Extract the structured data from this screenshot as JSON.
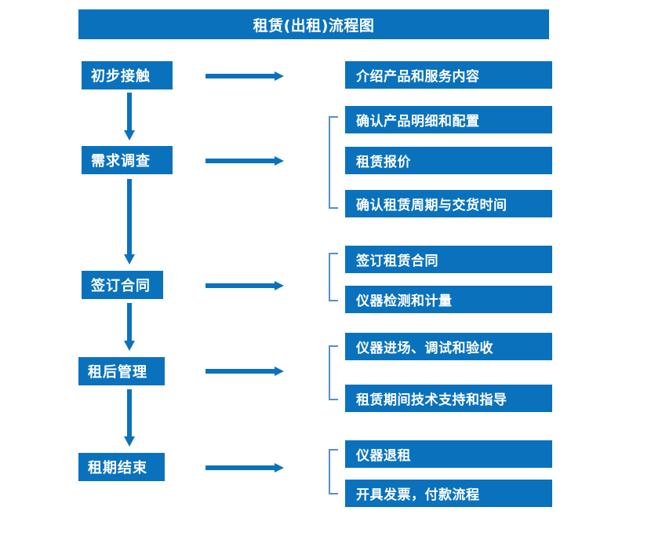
{
  "diagram": {
    "title": "租赁(出租)流程图",
    "colors": {
      "primary": "#0a72bd",
      "bracket": "#5b8dc8",
      "text": "#ffffff",
      "background": "#ffffff"
    },
    "stages": [
      {
        "id": "stage-1",
        "label": "初步接触"
      },
      {
        "id": "stage-2",
        "label": "需求调查"
      },
      {
        "id": "stage-3",
        "label": "签订合同"
      },
      {
        "id": "stage-4",
        "label": "租后管理"
      },
      {
        "id": "stage-5",
        "label": "租期结束"
      }
    ],
    "tasks": [
      {
        "id": "task-1-1",
        "label": "介绍产品和服务内容"
      },
      {
        "id": "task-2-1",
        "label": "确认产品明细和配置"
      },
      {
        "id": "task-2-2",
        "label": "租赁报价"
      },
      {
        "id": "task-2-3",
        "label": "确认租赁周期与交货时间"
      },
      {
        "id": "task-3-1",
        "label": "签订租赁合同"
      },
      {
        "id": "task-3-2",
        "label": "仪器检测和计量"
      },
      {
        "id": "task-4-1",
        "label": "仪器进场、调试和验收"
      },
      {
        "id": "task-4-2",
        "label": "租赁期间技术支持和指导"
      },
      {
        "id": "task-5-1",
        "label": "仪器退租"
      },
      {
        "id": "task-5-2",
        "label": "开具发票，付款流程"
      }
    ],
    "connectors": {
      "horizontal_arrows": 5,
      "vertical_arrows": 4,
      "brackets": 4
    }
  }
}
